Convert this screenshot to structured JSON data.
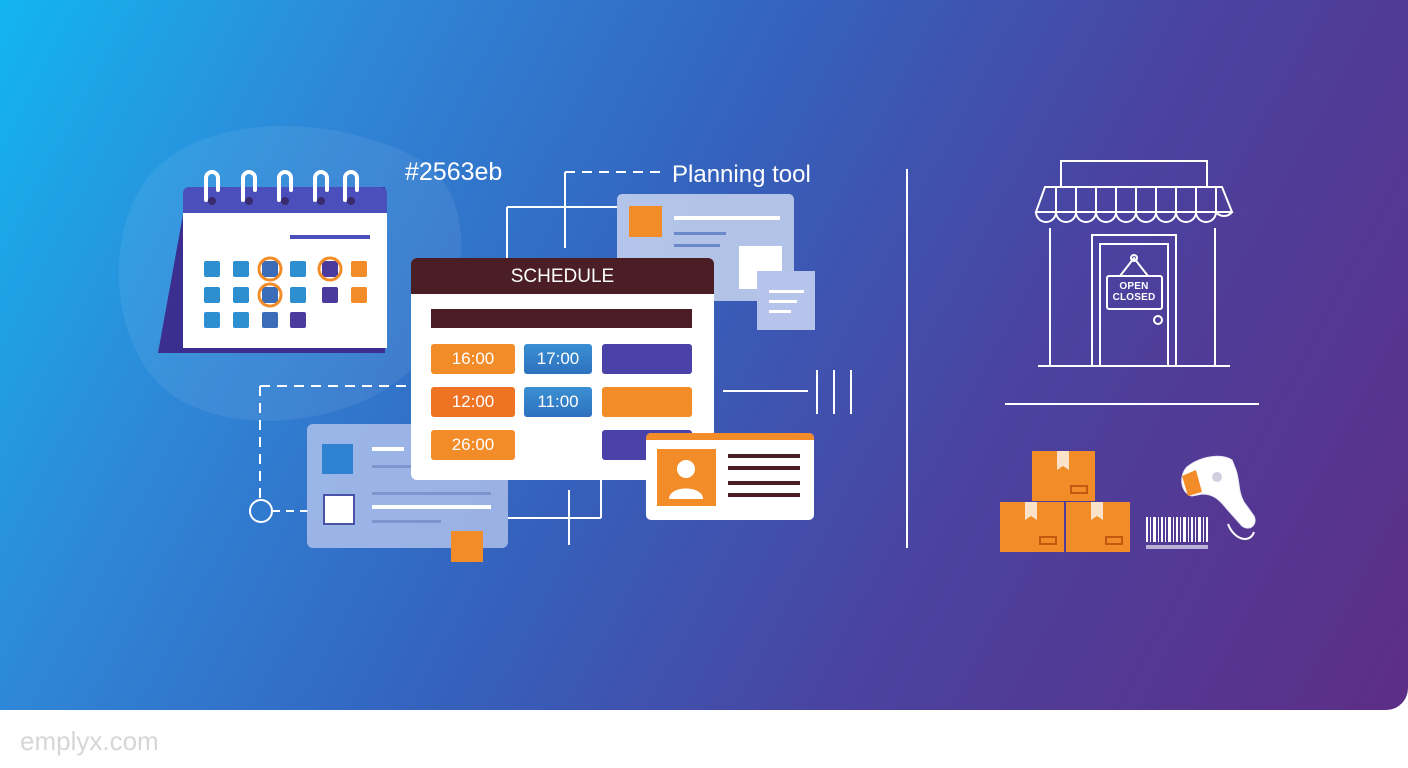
{
  "banner": {
    "hex_label": "#2563eb",
    "tool_label": "Planning tool",
    "schedule": {
      "title": "SCHEDULE",
      "times": [
        "16:00",
        "17:00",
        "12:00",
        "11:00",
        "26:00"
      ]
    },
    "store": {
      "sign_line1": "OPEN",
      "sign_line2": "CLOSED"
    },
    "icons": [
      "calendar-icon",
      "schedule-board-icon",
      "person-card-icon",
      "storefront-icon",
      "boxes-icon",
      "barcode-scanner-icon"
    ],
    "colors": {
      "accent_orange": "#f28c28",
      "schedule_header": "#4a1e24",
      "gradient_start": "#12b5f0",
      "gradient_end": "#5d2d86"
    }
  },
  "footer": {
    "domain": "emplyx.com"
  }
}
